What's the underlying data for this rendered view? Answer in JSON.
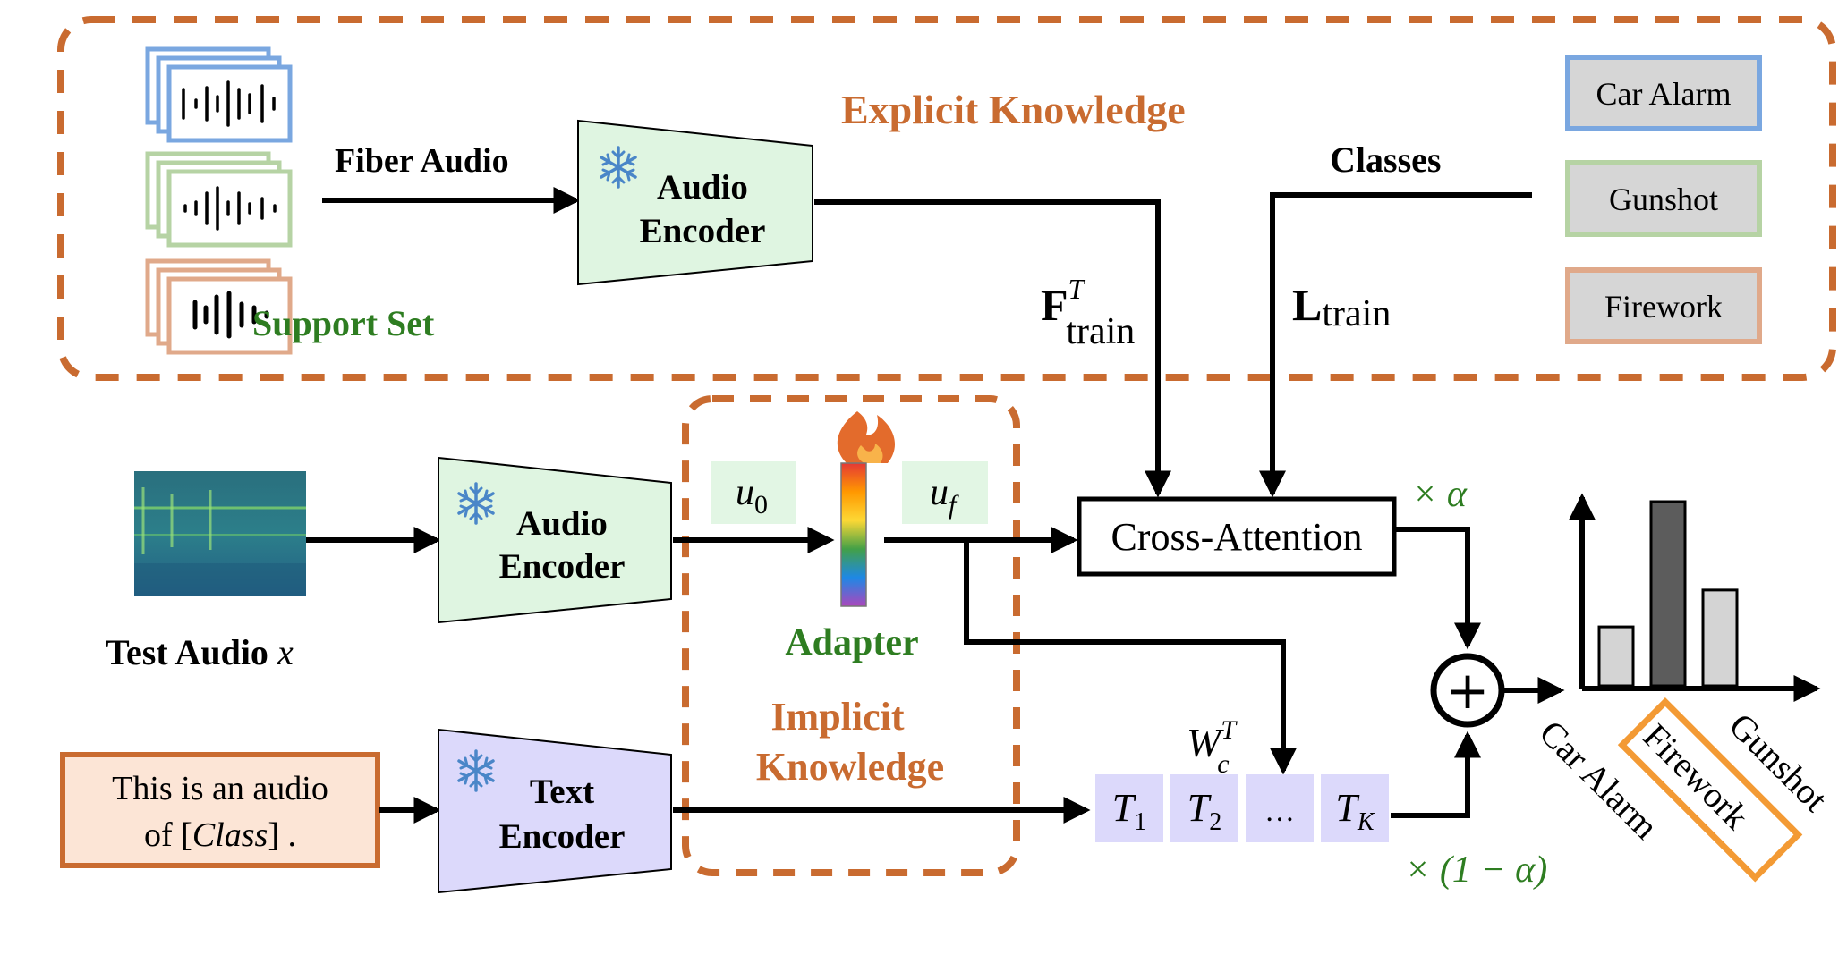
{
  "colors": {
    "orange": "#c96b30",
    "green_text": "#2e7d21",
    "audio_encoder_fill": "#dff5e1",
    "text_encoder_fill": "#dcd9fb",
    "token_fill": "#dcd9fb",
    "u_fill": "#e2f6e4",
    "class_blue": "#7aa7e0",
    "class_green": "#b6d3a4",
    "class_peach": "#e0a98a",
    "class_gray": "#d6d6d6",
    "prompt_fill": "#fce5d6",
    "prompt_border": "#c96b30",
    "bar_light": "#d4d4d4",
    "bar_dark": "#5c5c5c",
    "highlight_orange": "#f39a34",
    "snowflake": "#4a86c8"
  },
  "explicit": {
    "title": "Explicit Knowledge",
    "support_set_label": "Support Set",
    "fiber_audio_label": "Fiber Audio",
    "classes_label": "Classes",
    "f_train_main": "F",
    "f_train_sup": "T",
    "f_train_sub": "train",
    "l_train_main": "L",
    "l_train_sub": "train",
    "class_boxes": [
      "Car Alarm",
      "Gunshot",
      "Firework"
    ]
  },
  "encoders": {
    "audio_line1": "Audio",
    "audio_line2": "Encoder",
    "text_line1": "Text",
    "text_line2": "Encoder"
  },
  "implicit": {
    "title_line1": "Implicit",
    "title_line2": "Knowledge",
    "adapter_label": "Adapter",
    "u0_main": "u",
    "u0_sub": "0",
    "uf_main": "u",
    "uf_sub": "f"
  },
  "test_audio": {
    "label": "Test Audio ",
    "var": "x"
  },
  "prompt": {
    "line1": "This is an audio",
    "line2_prefix": "of  [",
    "line2_class": "Class",
    "line2_suffix": "] ."
  },
  "cross_attention_label": "Cross-Attention",
  "weights": {
    "alpha_label": "× α",
    "one_minus_alpha_label": "× (1 − α)"
  },
  "text_tokens": {
    "w_main": "W",
    "w_sup": "T",
    "w_sub": "c",
    "tokens": [
      {
        "main": "T",
        "sub": "1"
      },
      {
        "main": "T",
        "sub": "2"
      },
      {
        "main": "…",
        "sub": ""
      },
      {
        "main": "T",
        "sub": "K"
      }
    ]
  },
  "fusion_symbol": "+",
  "chart_data": {
    "type": "bar",
    "categories": [
      "Car Alarm",
      "Firework",
      "Gunshot"
    ],
    "values": [
      0.32,
      1.0,
      0.52
    ],
    "highlighted": "Firework",
    "title": "",
    "xlabel": "",
    "ylabel": ""
  }
}
